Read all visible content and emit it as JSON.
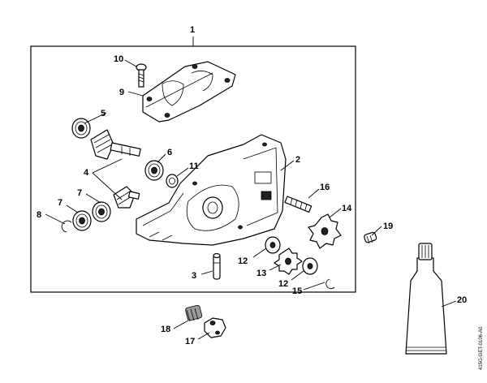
{
  "callouts": {
    "c1": "1",
    "c2": "2",
    "c3": "3",
    "c4": "4",
    "c5": "5",
    "c6": "6",
    "c7a": "7",
    "c7b": "7",
    "c8": "8",
    "c9": "9",
    "c10": "10",
    "c11": "11",
    "c12a": "12",
    "c12b": "12",
    "c13": "13",
    "c14": "14",
    "c15": "15",
    "c16": "16",
    "c17": "17",
    "c18": "18",
    "c19": "19",
    "c20": "20"
  },
  "drawing_code": "415G-GET-0106-A0"
}
